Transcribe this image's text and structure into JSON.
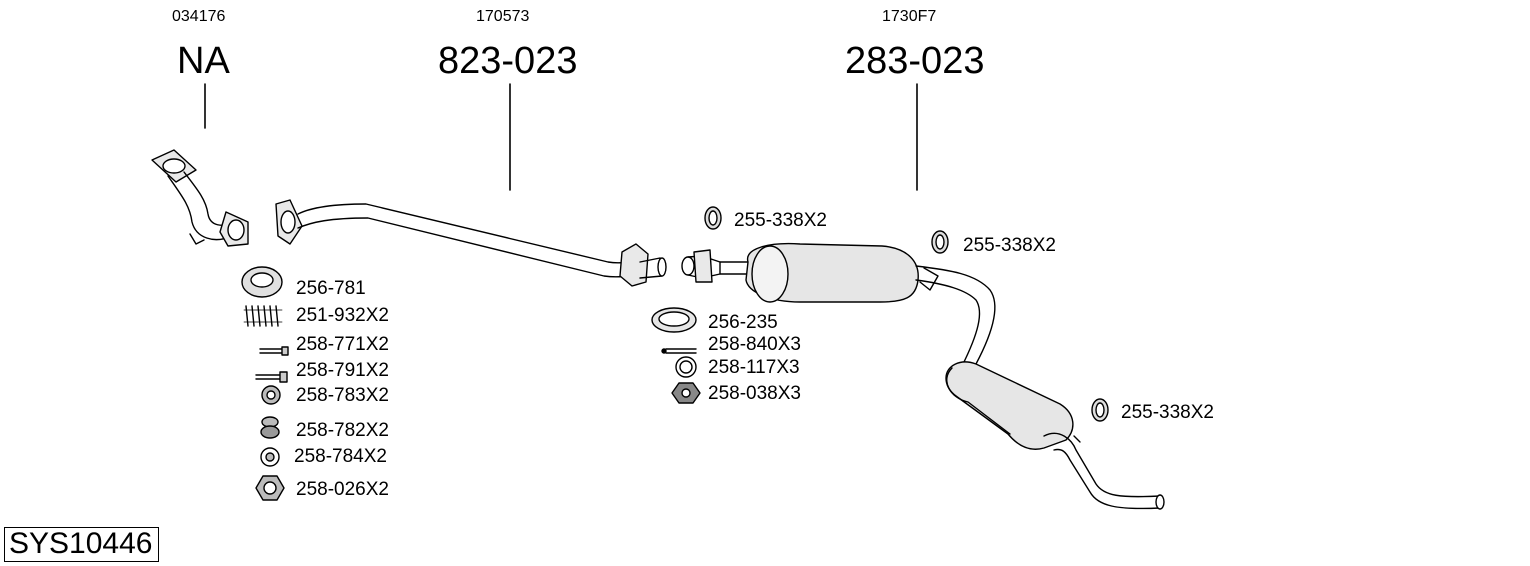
{
  "assemblies": [
    {
      "ref": "034176",
      "part": "NA"
    },
    {
      "ref": "170573",
      "part": "823-023"
    },
    {
      "ref": "1730F7",
      "part": "283-023"
    }
  ],
  "parts_left": [
    "256-781",
    "251-932X2",
    "258-771X2",
    "258-791X2",
    "258-783X2",
    "258-782X2",
    "258-784X2",
    "258-026X2"
  ],
  "parts_middle": [
    "256-235",
    "258-840X3",
    "258-117X3",
    "258-038X3"
  ],
  "rings": [
    "255-338X2",
    "255-338X2",
    "255-338X2"
  ],
  "system_code": "SYS10446"
}
